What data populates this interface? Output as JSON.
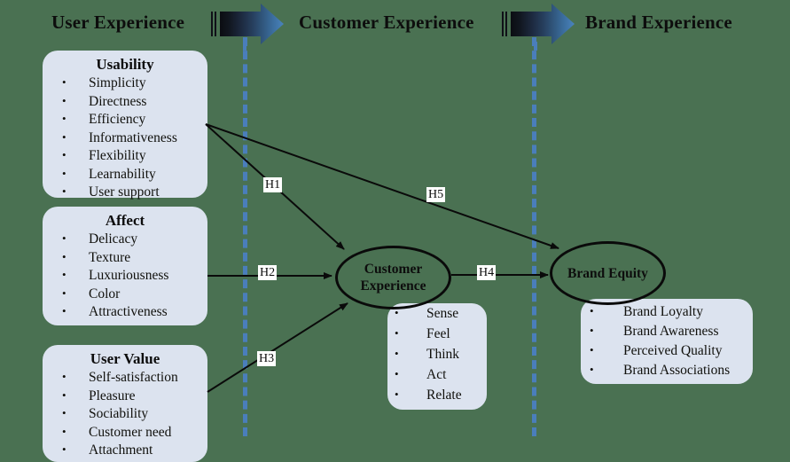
{
  "diagram": {
    "title": "Customer Experience Conceptual Model",
    "background_color": "#4a7152",
    "box_fill_color": "#dce3ef",
    "divider_color": "#4a7ebb",
    "arrow_gradient_from": "#0b0d12",
    "arrow_gradient_to": "#4a84bd"
  },
  "headers": {
    "user_experience": "User Experience",
    "customer_experience": "Customer Experience",
    "brand_experience": "Brand Experience"
  },
  "boxes": {
    "usability": {
      "title": "Usability",
      "items": [
        "Simplicity",
        "Directness",
        "Efficiency",
        "Informativeness",
        "Flexibility",
        "Learnability",
        "User support"
      ]
    },
    "affect": {
      "title": "Affect",
      "items": [
        "Delicacy",
        "Texture",
        "Luxuriousness",
        "Color",
        "Attractiveness"
      ]
    },
    "user_value": {
      "title": "User Value",
      "items": [
        "Self-satisfaction",
        "Pleasure",
        "Sociability",
        "Customer need",
        "Attachment"
      ]
    },
    "customer_experience_list": {
      "title": "",
      "items": [
        "Sense",
        "Feel",
        "Think",
        "Act",
        "Relate"
      ]
    },
    "brand_equity_list": {
      "title": "",
      "items": [
        "Brand Loyalty",
        "Brand Awareness",
        "Perceived Quality",
        "Brand Associations"
      ]
    }
  },
  "ellipses": {
    "customer_experience": "Customer Experience",
    "brand_equity": "Brand Equity"
  },
  "hypotheses": {
    "h1": "H1",
    "h2": "H2",
    "h3": "H3",
    "h4": "H4",
    "h5": "H5"
  }
}
